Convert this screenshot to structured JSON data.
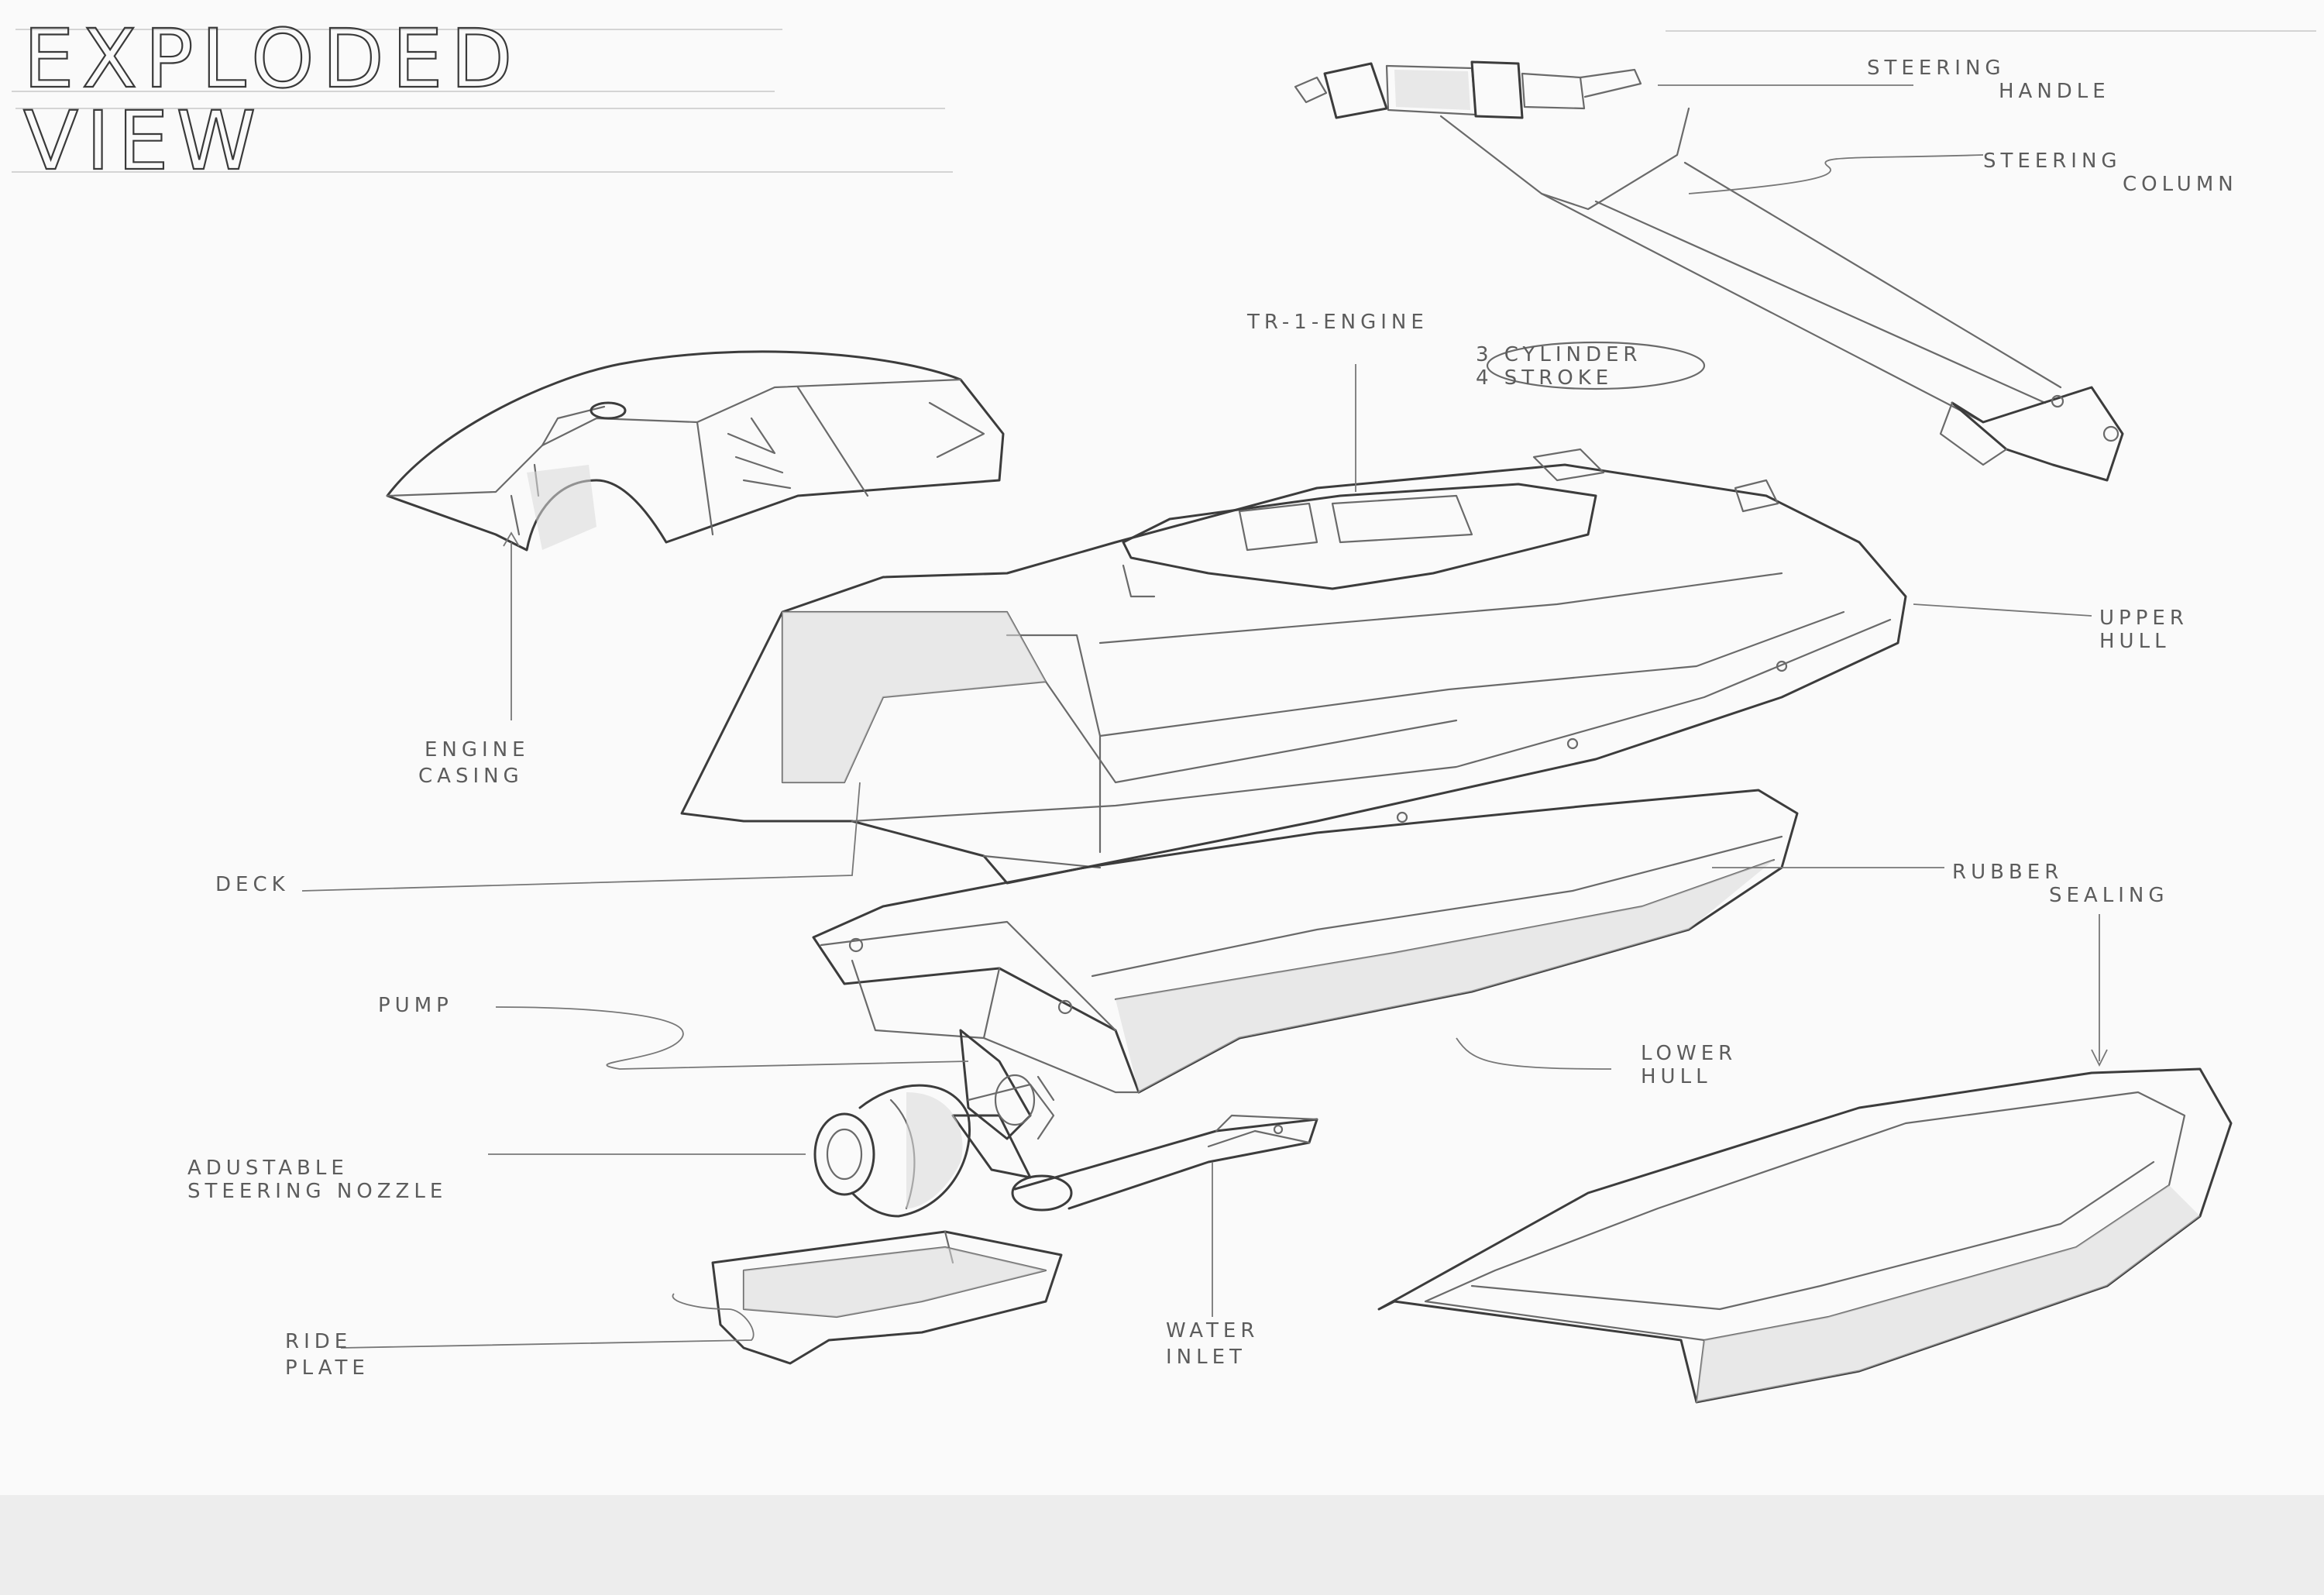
{
  "title": {
    "line1": "EXPLODED",
    "line2": "VIEW"
  },
  "labels": {
    "steering_handle": [
      "STEERING",
      "HANDLE"
    ],
    "steering_column": [
      "STEERING",
      "COLUMN"
    ],
    "engine": [
      "TR-1-ENGINE",
      "3 CYLINDER",
      "4 STROKE"
    ],
    "upper_hull": [
      "UPPER",
      "HULL"
    ],
    "engine_casing": [
      "ENGINE",
      "CASING"
    ],
    "deck": [
      "DECK"
    ],
    "rubber_sealing": [
      "RUBBER",
      "SEALING"
    ],
    "pump": [
      "PUMP"
    ],
    "lower_hull": [
      "LOWER",
      "HULL"
    ],
    "steering_nozzle": [
      "ADUSTABLE",
      "STEERING NOZZLE"
    ],
    "ride_plate": [
      "RIDE",
      "PLATE"
    ],
    "water_inlet": [
      "WATER",
      "INLET"
    ]
  }
}
